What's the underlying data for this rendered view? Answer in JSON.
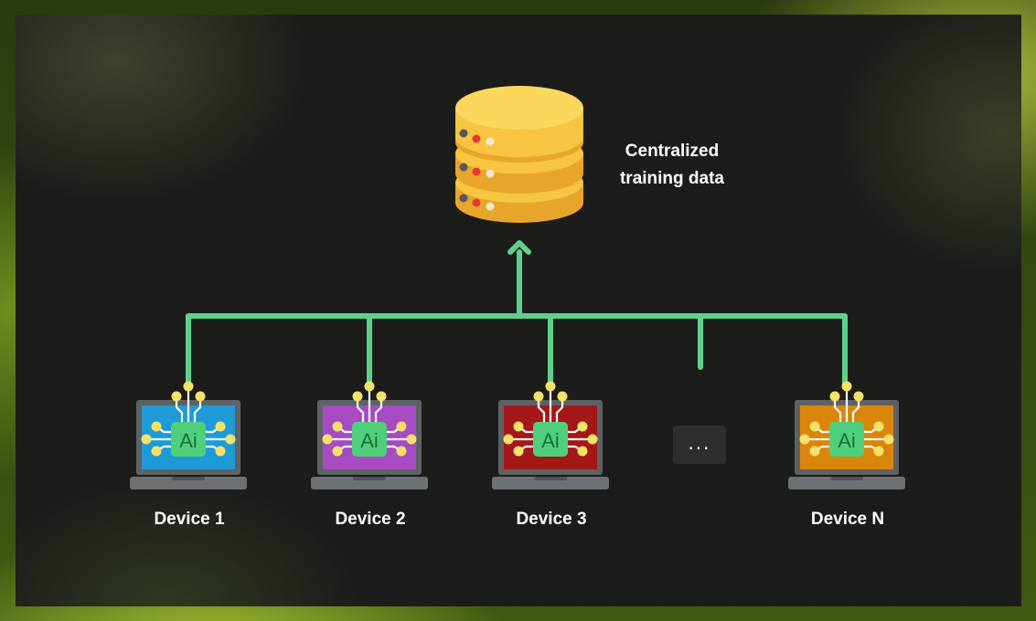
{
  "database": {
    "label_line1": "Centralized",
    "label_line2": "training data",
    "icon": "database-icon",
    "color": "#f7c542"
  },
  "devices": [
    {
      "label": "Device 1",
      "screen_color": "#1e9bd7"
    },
    {
      "label": "Device 2",
      "screen_color": "#a64bc2"
    },
    {
      "label": "Device 3",
      "screen_color": "#a51818"
    },
    {
      "label": "Device N",
      "screen_color": "#d9860b"
    }
  ],
  "ellipsis": "...",
  "chip_text": "Ai",
  "colors": {
    "connector": "#5fd18a",
    "chip": "#4fcf7c",
    "chip_text": "#1b6e3a",
    "node": "#f4e26a"
  }
}
